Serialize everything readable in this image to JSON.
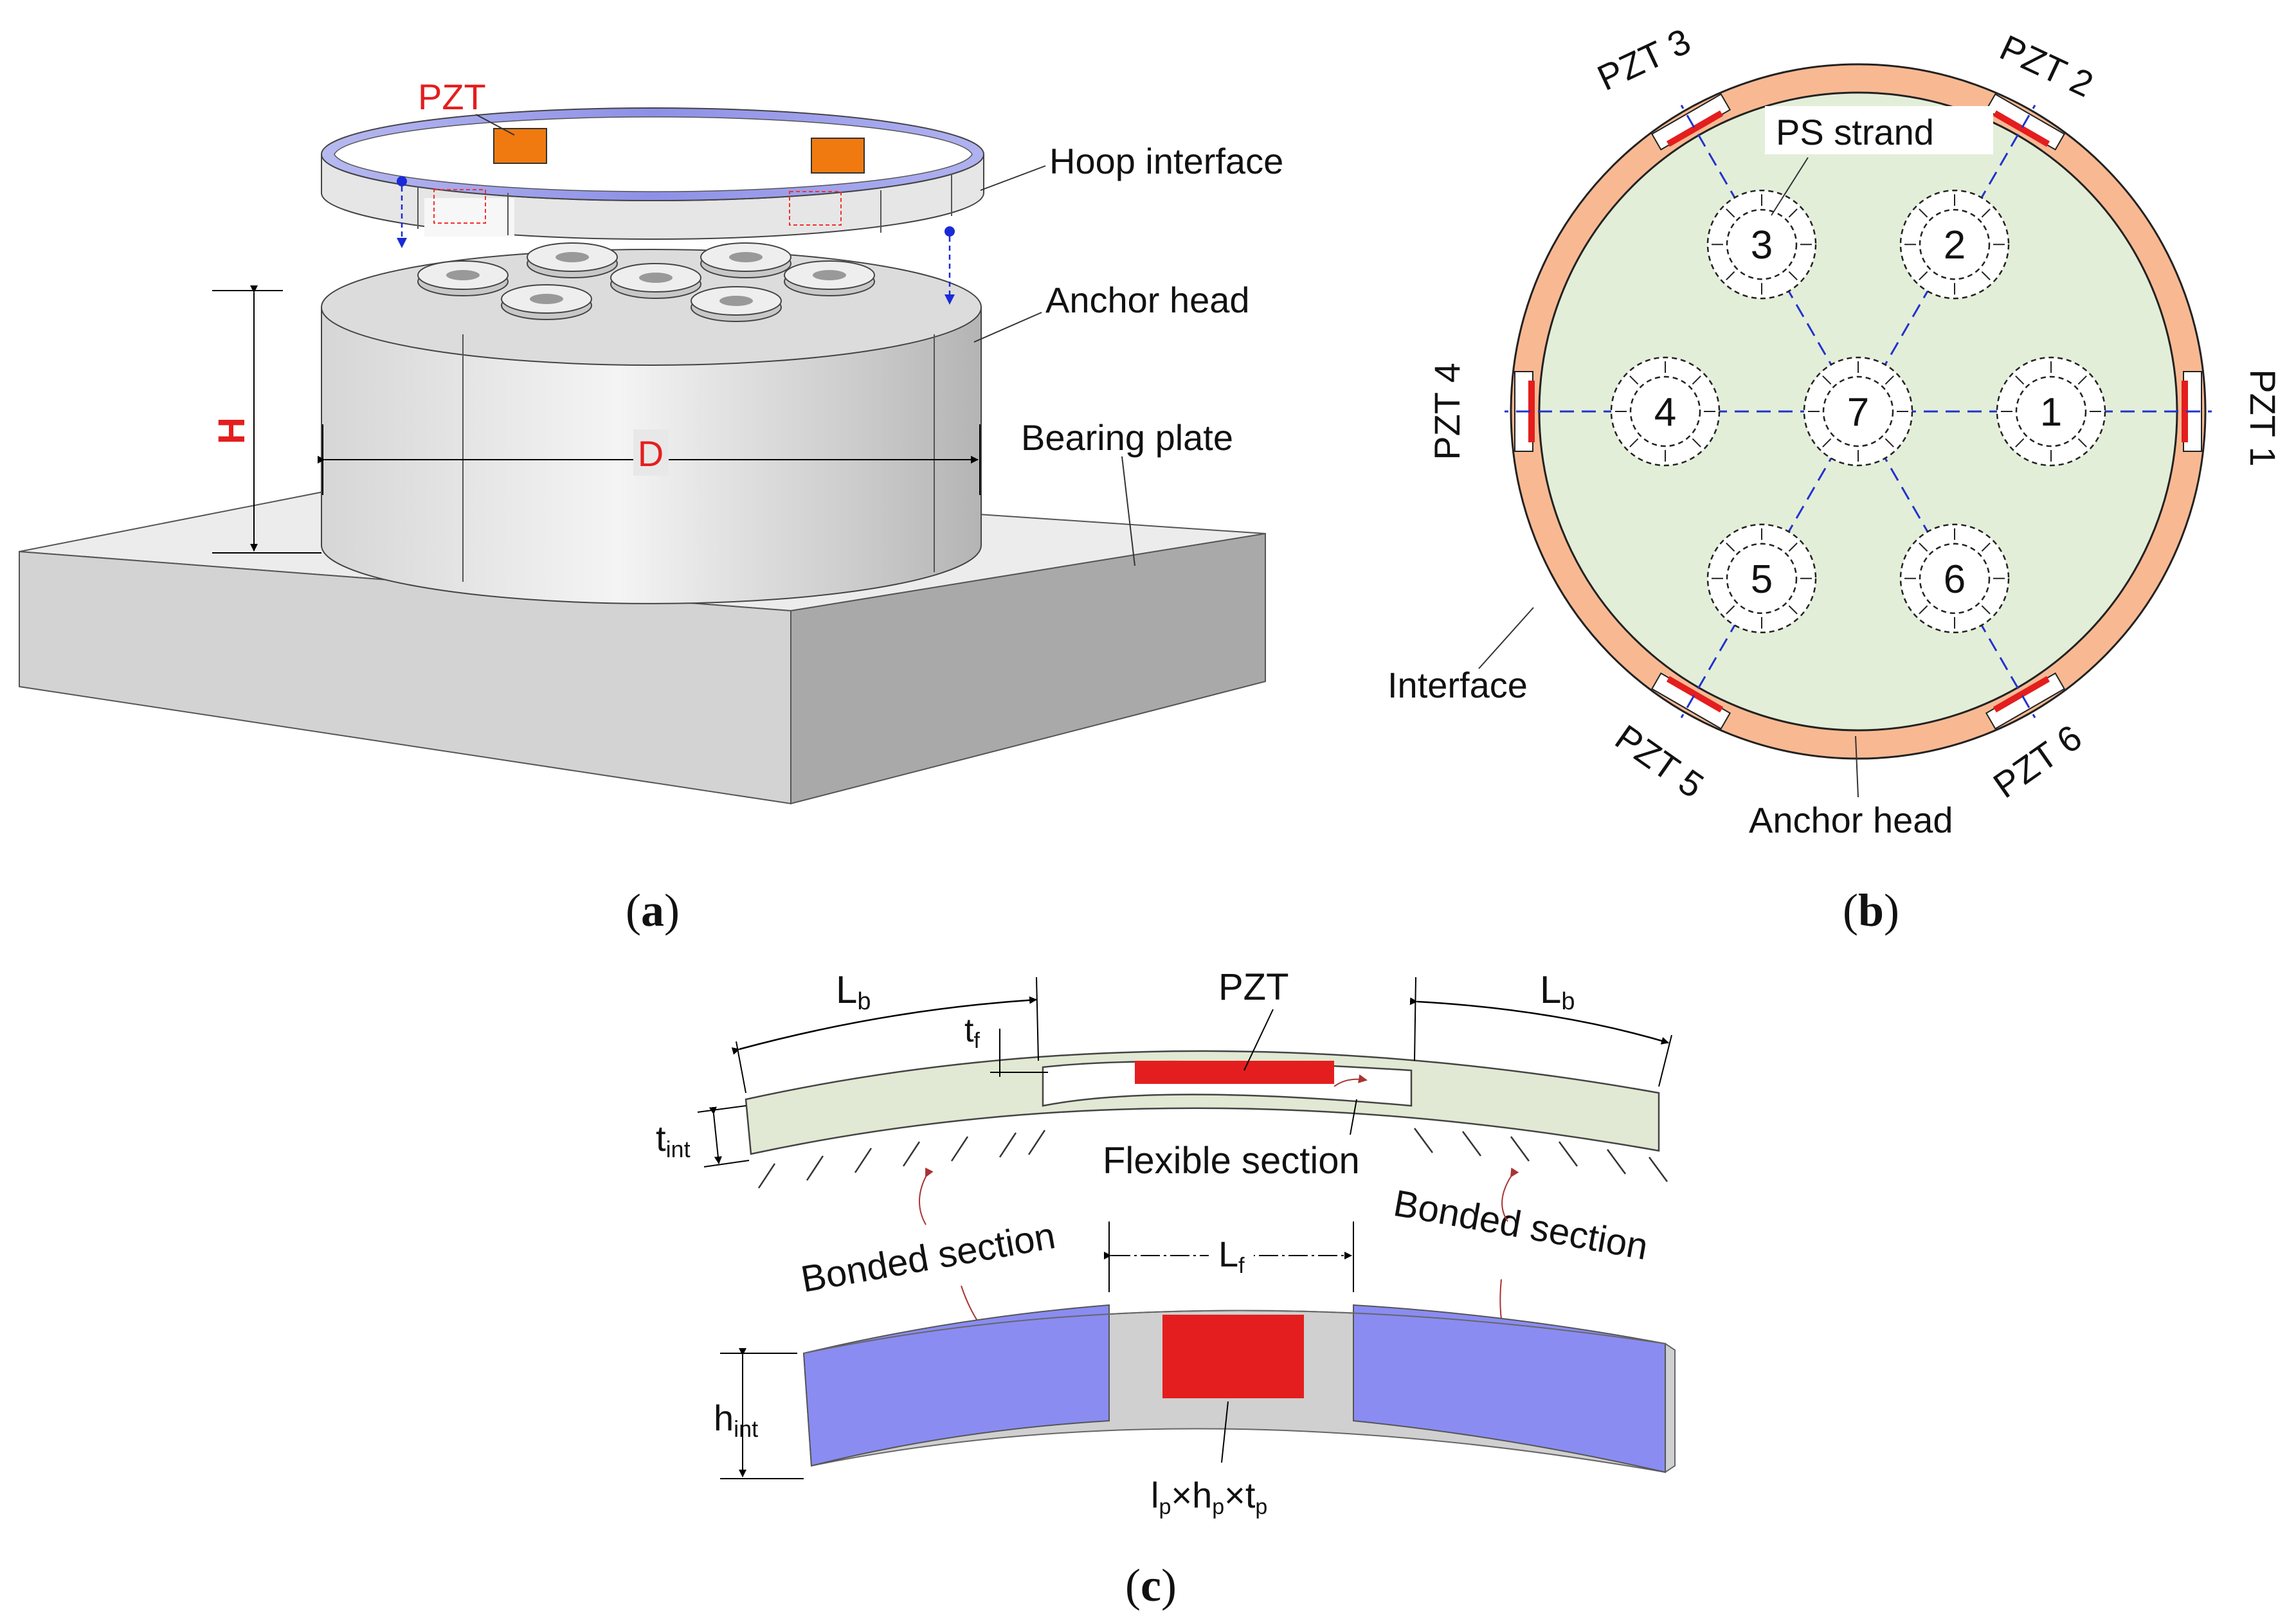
{
  "panel_a": {
    "caption_open": "(",
    "caption_letter": "a",
    "caption_close": ")",
    "pzt": "PZT",
    "hoop_interface": "Hoop interface",
    "anchor_head": "Anchor head",
    "bearing_plate": "Bearing plate",
    "dim_h": "H",
    "dim_d": "D"
  },
  "panel_b": {
    "caption_open": "(",
    "caption_letter": "b",
    "caption_close": ")",
    "ps_strand": "PS strand",
    "interface": "Interface",
    "anchor_head": "Anchor head",
    "pzt_labels": [
      "PZT 1",
      "PZT 2",
      "PZT 3",
      "PZT 4",
      "PZT 5",
      "PZT 6"
    ],
    "strand_numbers": [
      "1",
      "2",
      "3",
      "4",
      "5",
      "6",
      "7"
    ]
  },
  "panel_c": {
    "caption_open": "(",
    "caption_letter": "c",
    "caption_close": ")",
    "pzt": "PZT",
    "lb_main": "L",
    "lb_sub": "b",
    "tf_main": "t",
    "tf_sub": "f",
    "tint_main": "t",
    "tint_sub": "int",
    "hint_main": "h",
    "hint_sub": "int",
    "lf_main": "L",
    "lf_sub": "f",
    "flexible_section": "Flexible section",
    "bonded_section": "Bonded section",
    "pzt_dims": {
      "l": "l",
      "l_sub": "p",
      "times": "×",
      "h": "h",
      "h_sub": "p",
      "t": "t",
      "t_sub": "p"
    }
  },
  "colors": {
    "pzt_red": "#e41e1e",
    "pzt_orange": "#f07a10",
    "anchor_green": "#e3eed9",
    "interface_salmon": "#f8b992",
    "bonded_blue": "#8a8cf2",
    "axis_blue": "#2233cc"
  }
}
